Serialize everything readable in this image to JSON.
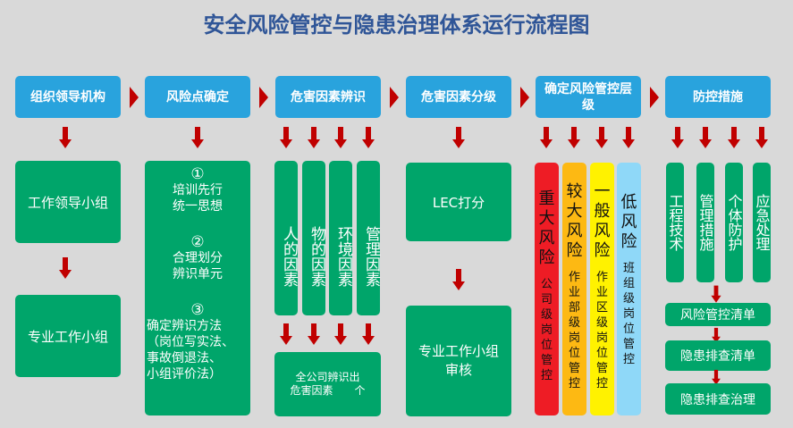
{
  "title": "安全风险管控与隐患治理体系运行流程图",
  "headers": [
    "组织领导机构",
    "风险点确定",
    "危害因素辨识",
    "危害因素分级",
    "确定风险管控层级",
    "防控措施"
  ],
  "col1": {
    "box1": "工作领导小组",
    "box2": "专业工作小组"
  },
  "col2": {
    "n1": "①",
    "t1a": "培训先行",
    "t1b": "统一思想",
    "n2": "②",
    "t2a": "合理划分",
    "t2b": "辨识单元",
    "n3": "③",
    "t3a": "确定辨识方法",
    "t3b": "（岗位写实法、",
    "t3c": "事故倒退法、",
    "t3d": "小组评价法）"
  },
  "col3": {
    "factors": [
      "人的因素",
      "物的因素",
      "环境因素",
      "管理因素"
    ],
    "result_a": "全公司辨识出",
    "result_b": "危害因素　　个"
  },
  "col4": {
    "box1": "LEC打分",
    "box2": "专业工作小组审核"
  },
  "col5": {
    "levels": [
      {
        "name": "重大风险",
        "control": "公司级岗位管控",
        "color": "#ee1c25"
      },
      {
        "name": "较大风险",
        "control": "作业部级岗位管控",
        "color": "#fdb913"
      },
      {
        "name": "一般风险",
        "control": "作业区级岗位管控",
        "color": "#fff200"
      },
      {
        "name": "低风险",
        "control": "班组级岗位管控",
        "color": "#8fd8f8"
      }
    ]
  },
  "col6": {
    "measures": [
      "工程技术",
      "管理措施",
      "个体防护",
      "应急处理"
    ],
    "lists": [
      "风险管控清单",
      "隐患排查清单",
      "隐患排查治理"
    ]
  }
}
